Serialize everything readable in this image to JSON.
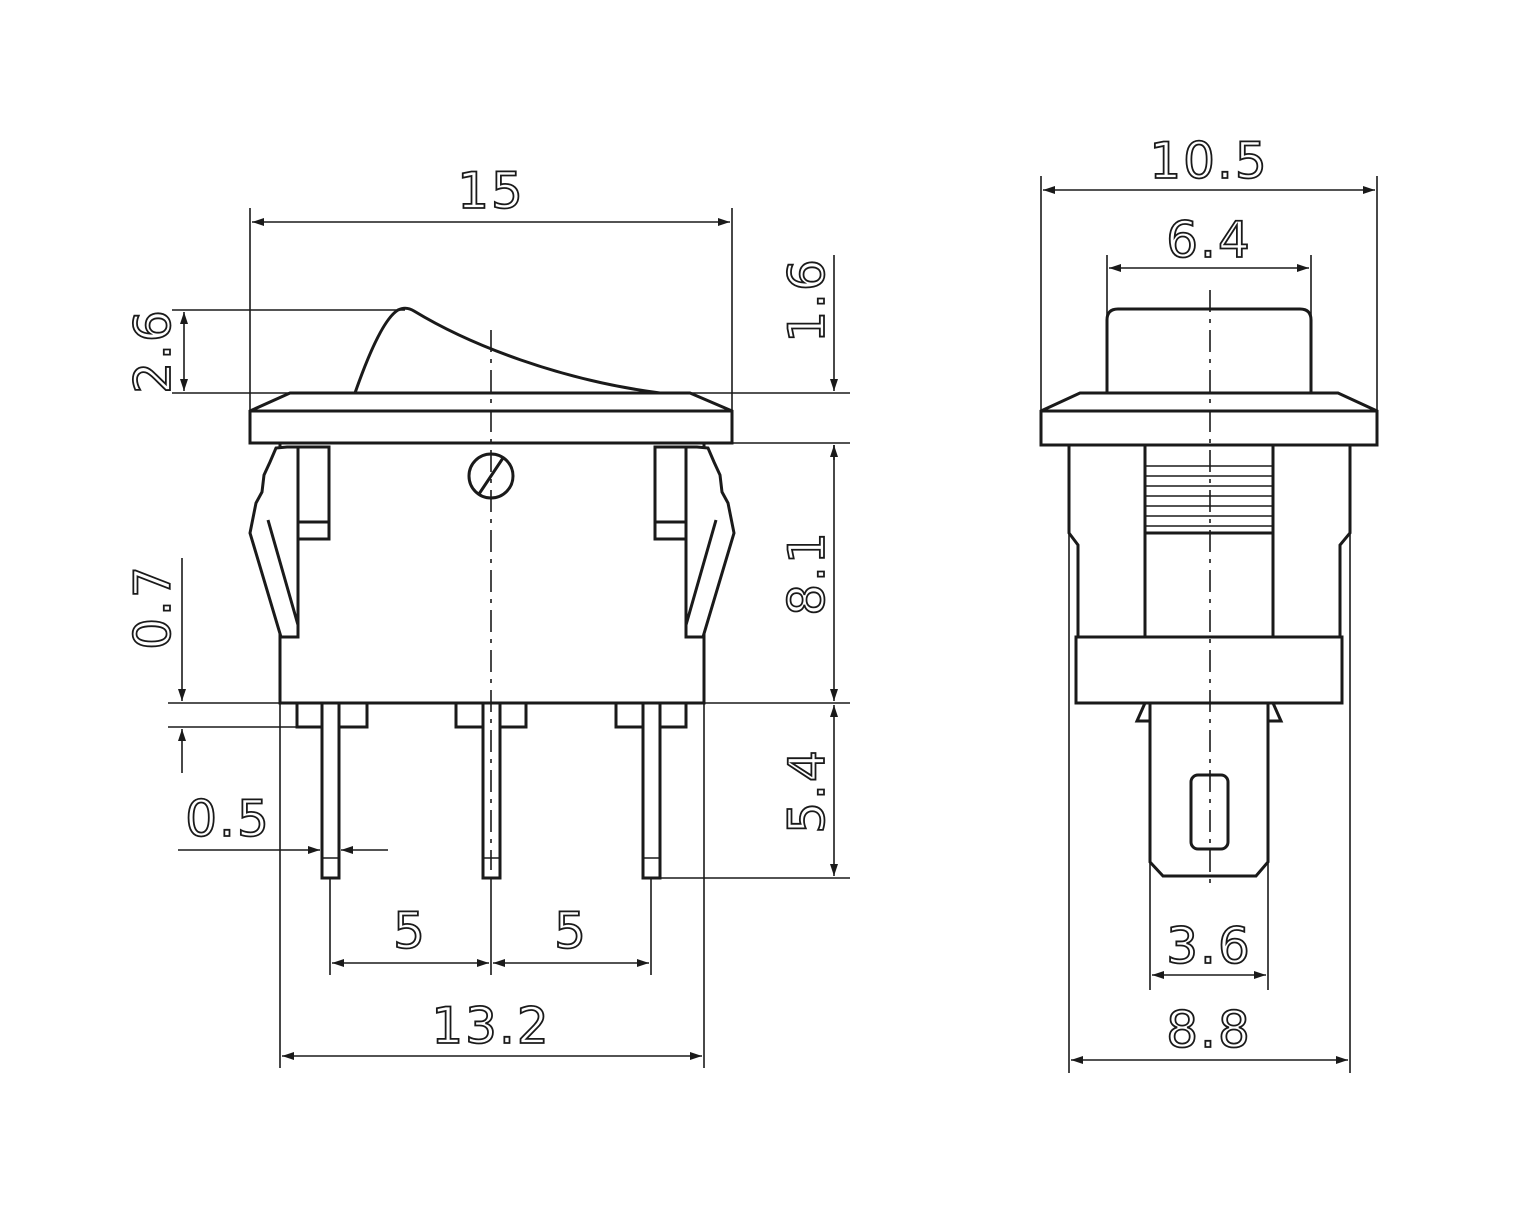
{
  "front_view": {
    "width_total": "15",
    "width_housing": "13.2",
    "pin_pitch_left": "5",
    "pin_pitch_right": "5",
    "pin_thickness": "0.5",
    "rocker_height": "2.6",
    "flange_thickness": "1.6",
    "housing_height": "8.1",
    "pin_length": "5.4",
    "clip_offset": "0.7"
  },
  "side_view": {
    "width_total": "10.5",
    "rocker_width": "6.4",
    "terminal_width": "3.6",
    "housing_width": "8.8"
  },
  "colors": {
    "ink": "#1a1a1a",
    "paper": "#ffffff"
  }
}
